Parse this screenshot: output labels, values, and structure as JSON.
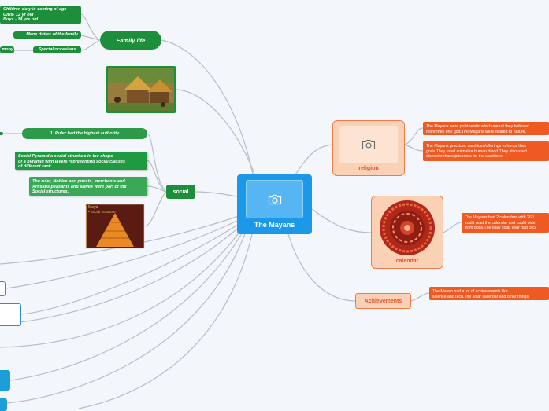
{
  "central": {
    "title": "The Mayans",
    "icon": "camera-icon"
  },
  "family": {
    "label": "Family life",
    "children": [
      {
        "lines": [
          "Children duty is coming of age",
          "Girls- 12 yr old",
          "Boys - 14 yrs old"
        ]
      },
      {
        "label": "Mens duties of the family"
      },
      {
        "label": "Special occasions"
      },
      {
        "label": "mony"
      }
    ]
  },
  "social": {
    "label": "social",
    "ruler": "1. Ruler had the highest authority",
    "pyramid_desc": [
      "Social Pyramid a social structure in the shape",
      "of a pyramid with layers representing social classes",
      "of different rank."
    ],
    "classes_desc": [
      "The ruler, Nobles and priests, merchants and",
      "Artisans peasants and slaves were part of the",
      "Social structures."
    ],
    "slide_title": "Maya",
    "slide_sub": "• Social Structure"
  },
  "religion": {
    "label": "religion",
    "notes": [
      [
        "The Mayans were polytheistic which meant they believed",
        "more then one god.The Mayans were related to nature."
      ],
      [
        "The Mayans practiced sacrifices/offerings to honor their",
        "gods.They used animal or human blood.They also used",
        "slaves/orphans/prisoners for the sacrifices."
      ]
    ]
  },
  "calendar": {
    "label": "calendar",
    "note": [
      "The Mayans had 2 calendars with 260",
      "could read the calendar and could dete",
      "from gods.The daily solar year had 365"
    ]
  },
  "achievements": {
    "label": "Achievements",
    "note": [
      "The Mayan had a lot of achievements like",
      "science and tech.The solar calendar and other things."
    ]
  },
  "colors": {
    "central": "#1c98e8",
    "green": "#1d8f3a",
    "orange": "#ef5a23",
    "orange_light": "#fbd1b5",
    "link": "#b7bec8"
  }
}
